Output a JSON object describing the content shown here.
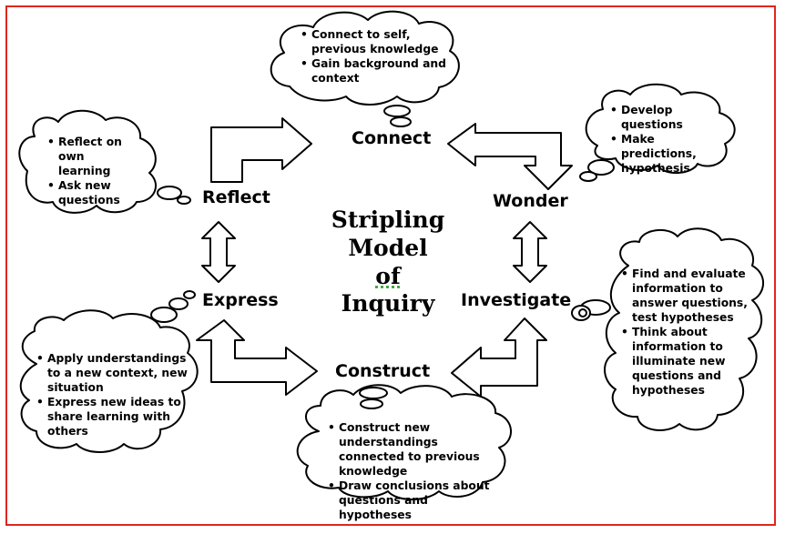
{
  "title_lines": [
    "Stripling",
    "Model",
    "of",
    "Inquiry"
  ],
  "stages": {
    "connect": "Connect",
    "wonder": "Wonder",
    "investigate": "Investigate",
    "construct": "Construct",
    "express": "Express",
    "reflect": "Reflect"
  },
  "bubbles": {
    "connect": [
      "Connect to self, previous knowledge",
      "Gain background and context"
    ],
    "wonder": [
      "Develop questions",
      "Make predictions, hypothesis"
    ],
    "investigate": [
      "Find and evaluate information to answer questions, test  hypotheses",
      "Think about information to illuminate new questions and hypotheses"
    ],
    "construct": [
      "Construct new understandings connected to previous knowledge",
      "Draw conclusions about questions and hypotheses"
    ],
    "express": [
      "Apply understandings to a new context, new situation",
      "Express new ideas to share learning with others"
    ],
    "reflect": [
      "Reflect on own learning",
      "Ask new questions"
    ]
  },
  "colors": {
    "frame": "#e0261f",
    "ink": "#000000",
    "fill": "#ffffff"
  }
}
